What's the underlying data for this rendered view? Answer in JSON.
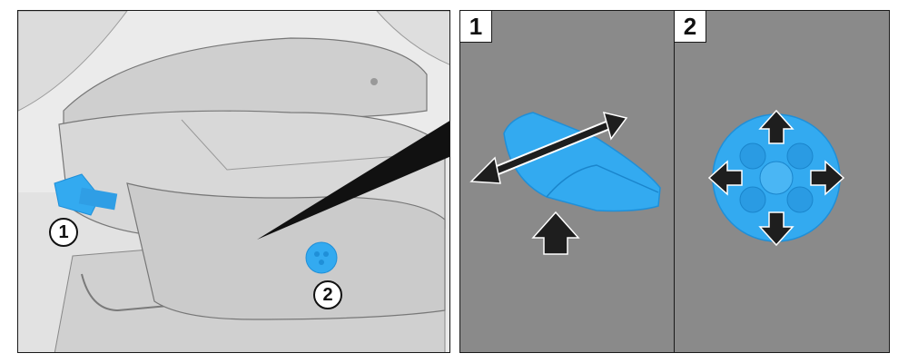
{
  "figure": {
    "callouts": [
      {
        "id": "lever",
        "label": "1"
      },
      {
        "id": "knob",
        "label": "2"
      }
    ],
    "detail_panels": [
      {
        "label": "1",
        "part": "seat-adjust-lever",
        "motions": [
          "forward-back",
          "lift"
        ]
      },
      {
        "label": "2",
        "part": "multi-way-control-knob",
        "motions": [
          "up",
          "down",
          "left",
          "right"
        ]
      }
    ]
  },
  "colors": {
    "part_highlight": "#33aaf0",
    "part_shade": "#1f8fd8",
    "panel_background": "#8a8a8a",
    "seat_grey": "#d6d6d6",
    "arrow": "#1e1e1e"
  }
}
